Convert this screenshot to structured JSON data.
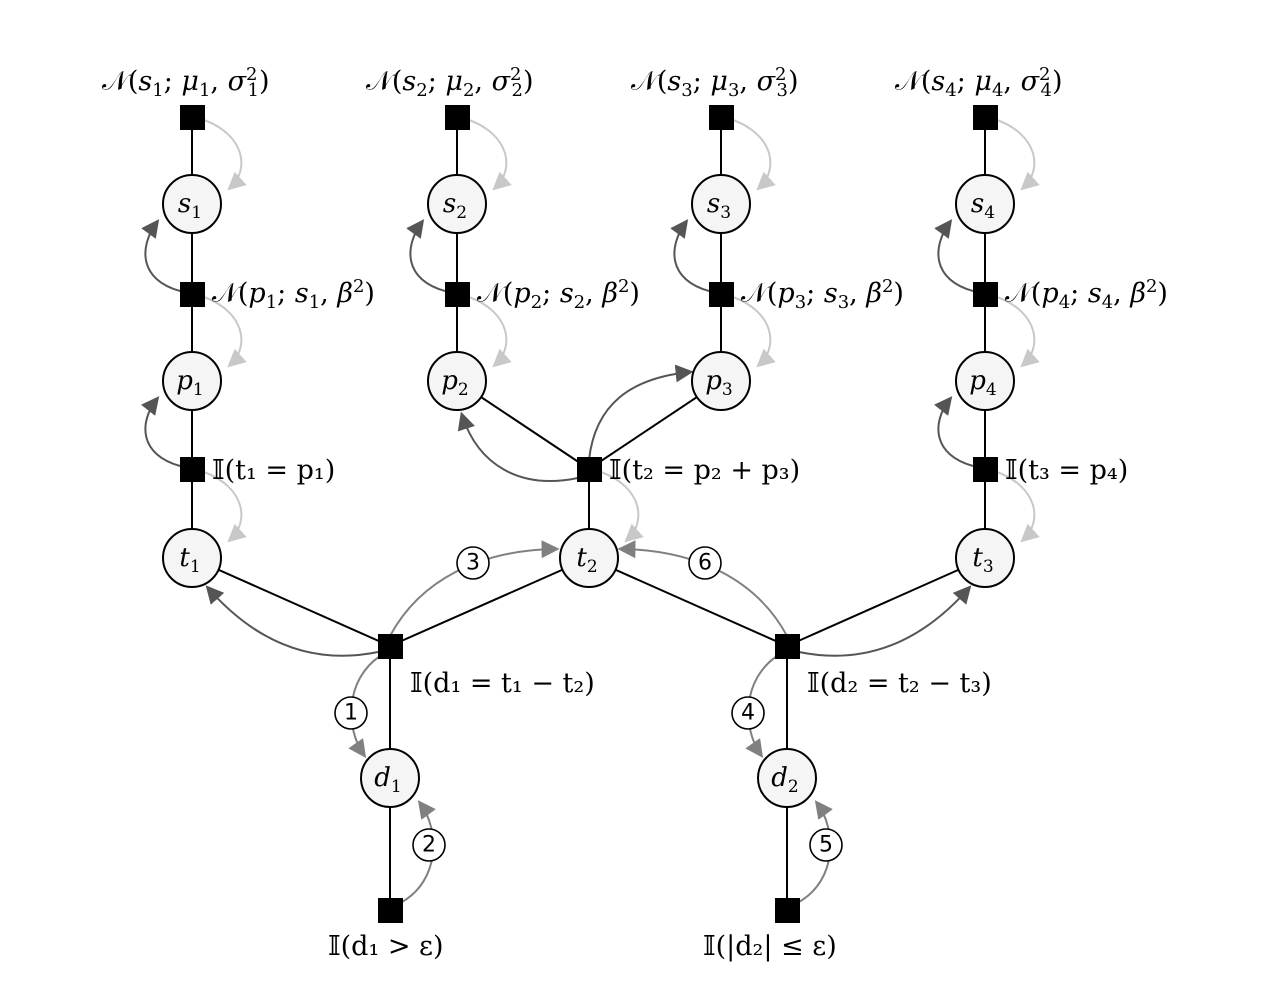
{
  "colors": {
    "edge": "#000000",
    "factor": "#000000",
    "variable_fill": "#f5f5f5",
    "message_light": "#c8c8c8",
    "message_dark": "#555555",
    "message_schedule": "#808080"
  },
  "priors": [
    {
      "var": "s",
      "idx": "1",
      "mu": "1",
      "sig": "1"
    },
    {
      "var": "s",
      "idx": "2",
      "mu": "2",
      "sig": "2"
    },
    {
      "var": "s",
      "idx": "3",
      "mu": "3",
      "sig": "3"
    },
    {
      "var": "s",
      "idx": "4",
      "mu": "4",
      "sig": "4"
    }
  ],
  "performance_factors": [
    {
      "p": "1",
      "s": "1"
    },
    {
      "p": "2",
      "s": "2"
    },
    {
      "p": "3",
      "s": "3"
    },
    {
      "p": "4",
      "s": "4"
    }
  ],
  "variables": {
    "skills": [
      {
        "letter": "s",
        "index": "1"
      },
      {
        "letter": "s",
        "index": "2"
      },
      {
        "letter": "s",
        "index": "3"
      },
      {
        "letter": "s",
        "index": "4"
      }
    ],
    "performances": [
      {
        "letter": "p",
        "index": "1"
      },
      {
        "letter": "p",
        "index": "2"
      },
      {
        "letter": "p",
        "index": "3"
      },
      {
        "letter": "p",
        "index": "4"
      }
    ],
    "teams": [
      {
        "letter": "t",
        "index": "1"
      },
      {
        "letter": "t",
        "index": "2"
      },
      {
        "letter": "t",
        "index": "3"
      }
    ],
    "differences": [
      {
        "letter": "d",
        "index": "1"
      },
      {
        "letter": "d",
        "index": "2"
      }
    ]
  },
  "team_factors": {
    "t1": "𝕀(t₁ = p₁)",
    "t2": "𝕀(t₂ = p₂ + p₃)",
    "t3": "𝕀(t₃ = p₄)"
  },
  "difference_factors": {
    "d1": "𝕀(d₁ = t₁ − t₂)",
    "d2": "𝕀(d₂ = t₂ − t₃)"
  },
  "outcome_factors": {
    "win": "𝕀(d₁ > ε)",
    "draw": "𝕀(|d₂| ≤ ε)"
  },
  "schedule_steps": [
    "1",
    "2",
    "3",
    "4",
    "5",
    "6"
  ],
  "icons": {
    "factor": "filled-square",
    "variable": "circle",
    "message": "curved-arrow"
  }
}
